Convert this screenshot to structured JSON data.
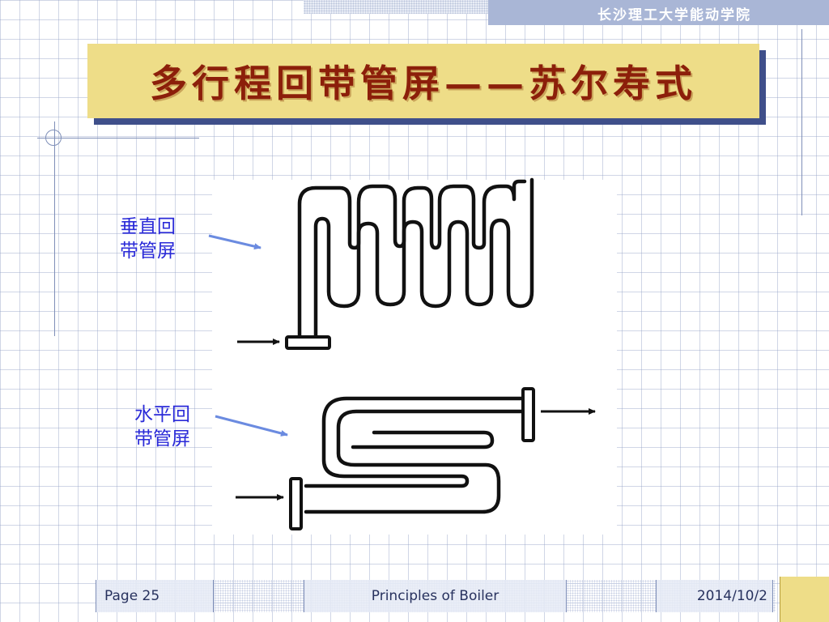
{
  "header": {
    "institution": "长沙理工大学能动学院"
  },
  "slide": {
    "title": "多行程回带管屏——苏尔寿式",
    "labels": {
      "vertical_line1": "垂直回",
      "vertical_line2": "带管屏",
      "horizontal_line1": "水平回",
      "horizontal_line2": "带管屏"
    }
  },
  "footer": {
    "page": "Page 25",
    "course": "Principles of Boiler",
    "date": "2014/10/2"
  },
  "colors": {
    "title_background": "#eedd88",
    "title_text": "#8c1f0a",
    "title_shadow": "#3f4f8a",
    "label_text": "#2a2ad8",
    "arrow": "#6b8be0",
    "header_band": "#a9b6d6"
  }
}
